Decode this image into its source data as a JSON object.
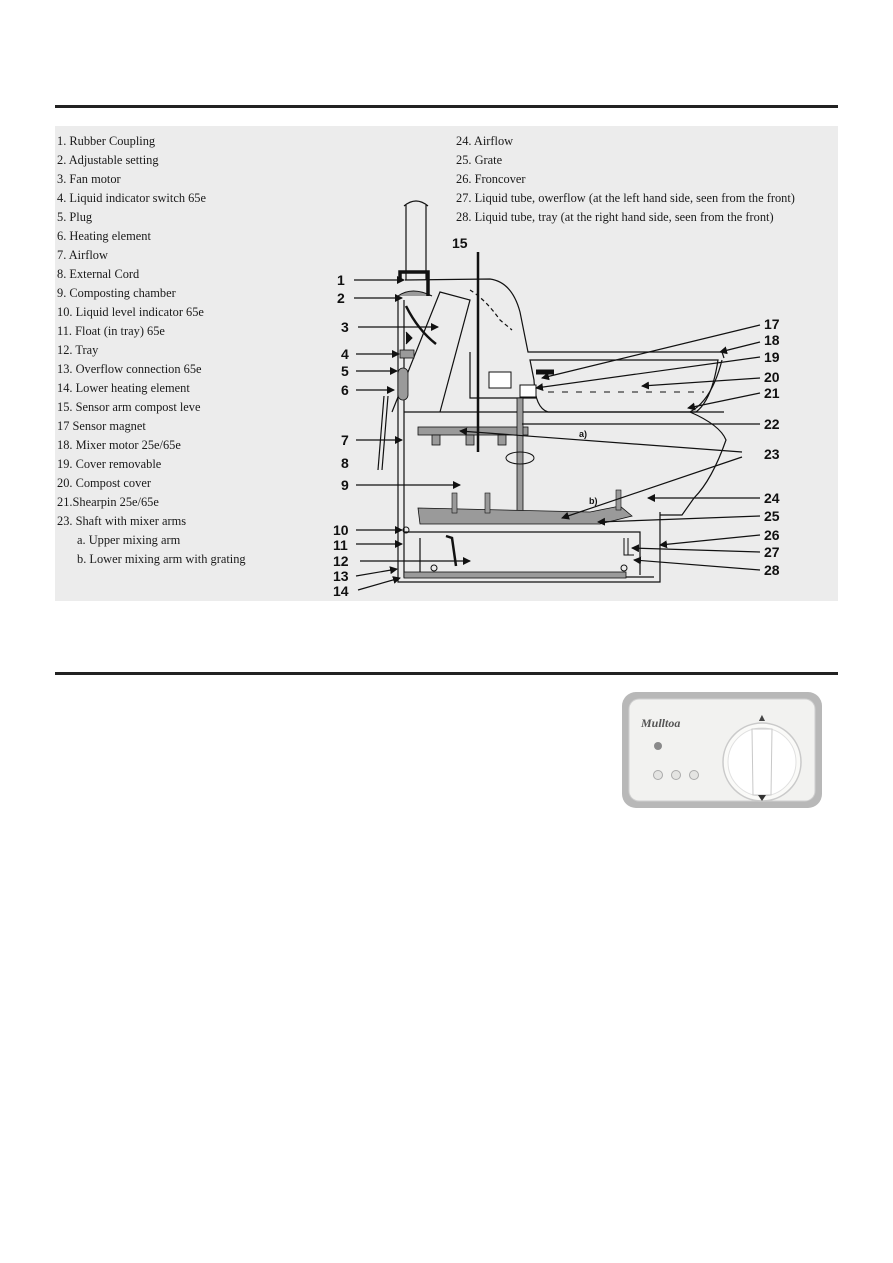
{
  "legend": {
    "left": [
      "1. Rubber Coupling",
      "2. Adjustable setting",
      "3. Fan motor",
      "4. Liquid indicator switch 65e",
      "5. Plug",
      "6. Heating element",
      "7. Airflow",
      "8. External Cord",
      "9. Composting chamber",
      "10. Liquid level indicator 65e",
      "11. Float (in tray) 65e",
      "12. Tray",
      "13. Overflow connection 65e",
      "14. Lower heating element",
      "15. Sensor arm compost leve",
      "17  Sensor magnet",
      "18. Mixer motor 25e/65e",
      "19. Cover removable",
      "20. Compost cover",
      "21.Shearpin 25e/65e",
      "23. Shaft with mixer arms"
    ],
    "sub": [
      "a. Upper mixing arm",
      "b. Lower mixing arm with grating"
    ],
    "right": [
      "24. Airflow",
      "25. Grate",
      "26. Froncover",
      "27. Liquid tube, owerflow (at the left hand side, seen from the front)",
      "28. Liquid tube, tray (at the right hand side, seen from the front)"
    ]
  },
  "callouts": {
    "n1": "1",
    "n2": "2",
    "n3": "3",
    "n4": "4",
    "n5": "5",
    "n6": "6",
    "n7": "7",
    "n8": "8",
    "n9": "9",
    "n10": "10",
    "n11": "11",
    "n12": "12",
    "n13": "13",
    "n14": "14",
    "n15": "15",
    "n17": "17",
    "n18": "18",
    "n19": "19",
    "n20": "20",
    "n21": "21",
    "n22": "22",
    "n23": "23",
    "n24": "24",
    "n25": "25",
    "n26": "26",
    "n27": "27",
    "n28": "28",
    "arm_a": "a)",
    "arm_b": "b)"
  },
  "control_panel": {
    "brand": "Mulltoa",
    "knob_marker": "▲"
  },
  "colors": {
    "rule": "#222222",
    "panel_bg": "#ececec",
    "line": "#111111"
  }
}
